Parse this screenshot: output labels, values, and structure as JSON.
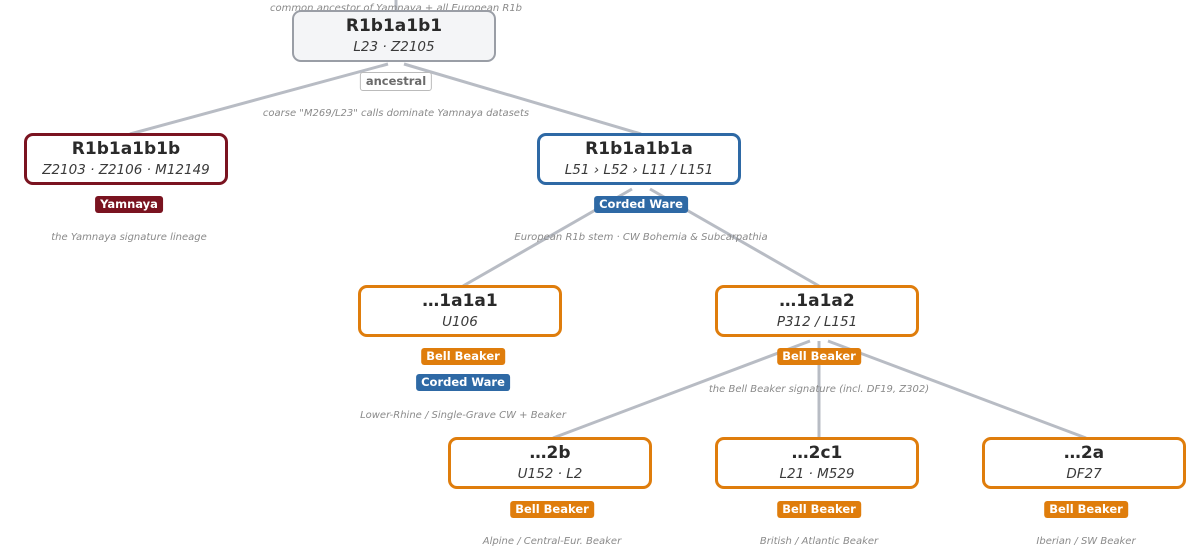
{
  "top_note": "common ancestor of Yamnaya + all European R1b",
  "nodes": {
    "root": {
      "name": "R1b1a1b1",
      "snps": "L23 · Z2105"
    },
    "yamnaya": {
      "name": "R1b1a1b1b",
      "snps": "Z2103 · Z2106 · M12149"
    },
    "european": {
      "name": "R1b1a1b1a",
      "snps": "L51 › L52 › L11 / L151"
    },
    "u106": {
      "name": "…1a1a1",
      "snps": "U106"
    },
    "p312": {
      "name": "…1a1a2",
      "snps": "P312 / L151"
    },
    "l2": {
      "name": "…2b",
      "snps": "U152 · L2"
    },
    "l21": {
      "name": "…2c1",
      "snps": "L21 · M529"
    },
    "df27": {
      "name": "…2a",
      "snps": "DF27"
    }
  },
  "badges": {
    "ancestral": "ancestral",
    "yamnaya": "Yamnaya",
    "corded_ware": "Corded Ware",
    "bell_beaker": "Bell Beaker"
  },
  "notes": {
    "root": "coarse \"M269/L23\" calls dominate Yamnaya datasets",
    "yamnaya": "the Yamnaya signature lineage",
    "european": "European R1b stem · CW Bohemia & Subcarpathia",
    "u106": "Lower-Rhine / Single-Grave CW + Beaker",
    "p312": "the Bell Beaker signature (incl. DF19, Z302)",
    "l2": "Alpine / Central-Eur. Beaker",
    "l21": "British / Atlantic Beaker",
    "df27": "Iberian / SW Beaker"
  },
  "colors": {
    "edge": "#b8bcc4",
    "yamnaya": "#7a1320",
    "corded_ware": "#2e69a5",
    "bell_beaker": "#df7d0c",
    "root_border": "#9a9ea6"
  }
}
